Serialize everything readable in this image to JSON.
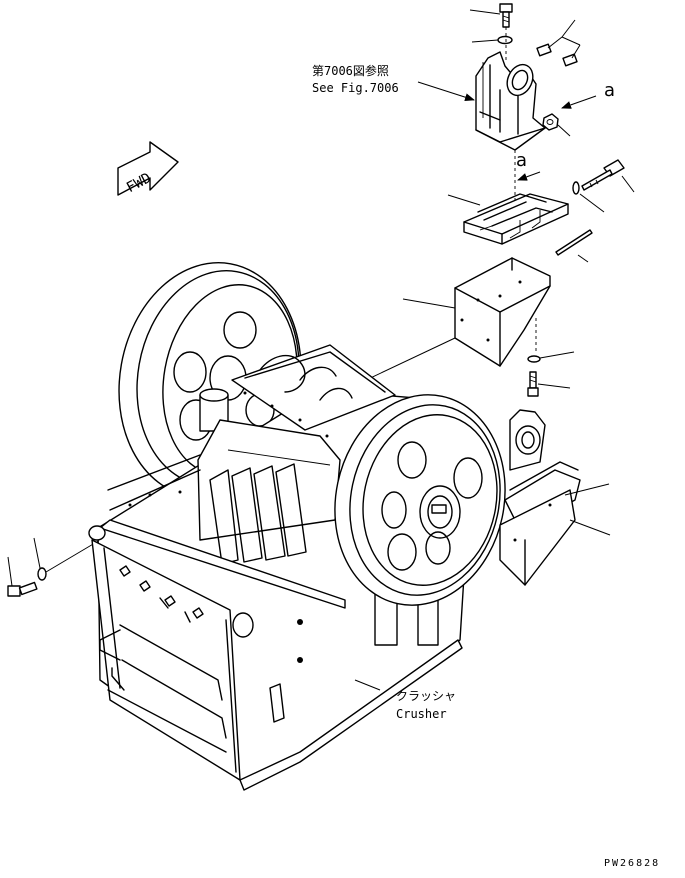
{
  "references": {
    "fig_ref_jp": "第7006図参照",
    "fig_ref_en": "See Fig.7006",
    "crusher_jp": "クラッシャ",
    "crusher_en": "Crusher",
    "view_a_top": "a",
    "view_a_mid": "a",
    "fwd": "FWD"
  },
  "drawing_code": "PW26828",
  "icons": {
    "fwd": "fwd-arrow-icon",
    "view_arrow": "view-arrow-icon"
  },
  "colors": {
    "line": "#000000",
    "background": "#ffffff"
  }
}
